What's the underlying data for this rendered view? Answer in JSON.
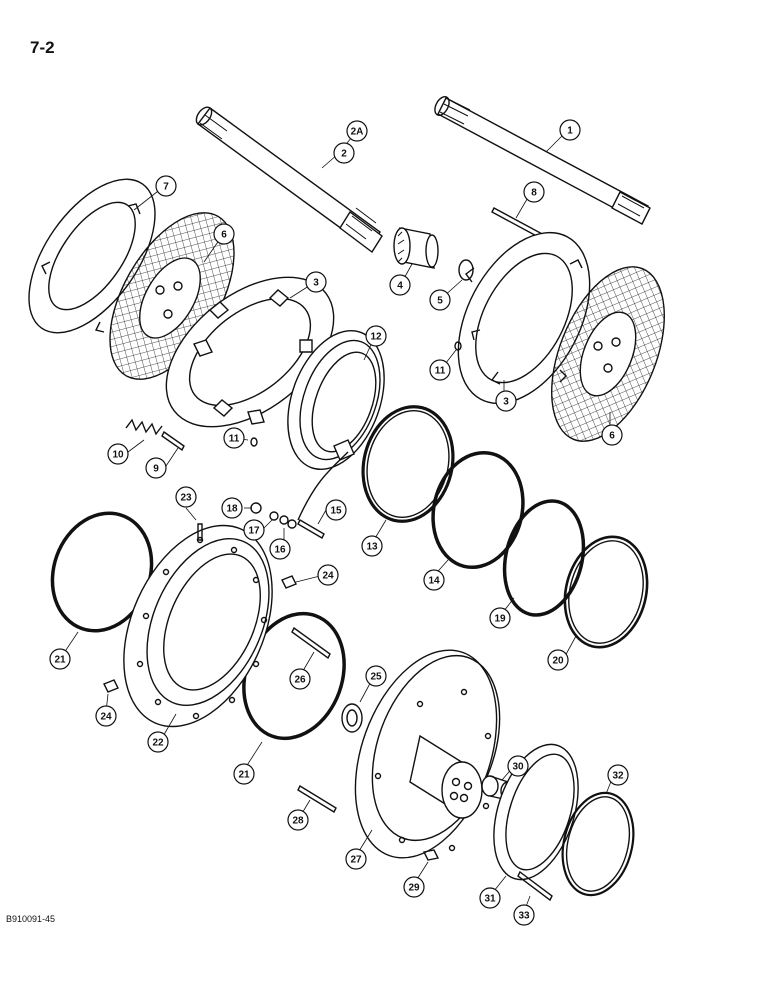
{
  "page": {
    "number": "7-2",
    "figure_code": "B910091-45"
  },
  "callouts": [
    "2A",
    "2",
    "1",
    "7",
    "6",
    "3",
    "8",
    "4",
    "5",
    "12",
    "11",
    "3",
    "6",
    "10",
    "9",
    "11",
    "23",
    "18",
    "17",
    "16",
    "15",
    "13",
    "14",
    "19",
    "21",
    "24",
    "26",
    "25",
    "20",
    "24",
    "22",
    "21",
    "30",
    "28",
    "27",
    "29",
    "32",
    "31",
    "33"
  ],
  "colors": {
    "line": "#111111",
    "background": "#ffffff"
  }
}
